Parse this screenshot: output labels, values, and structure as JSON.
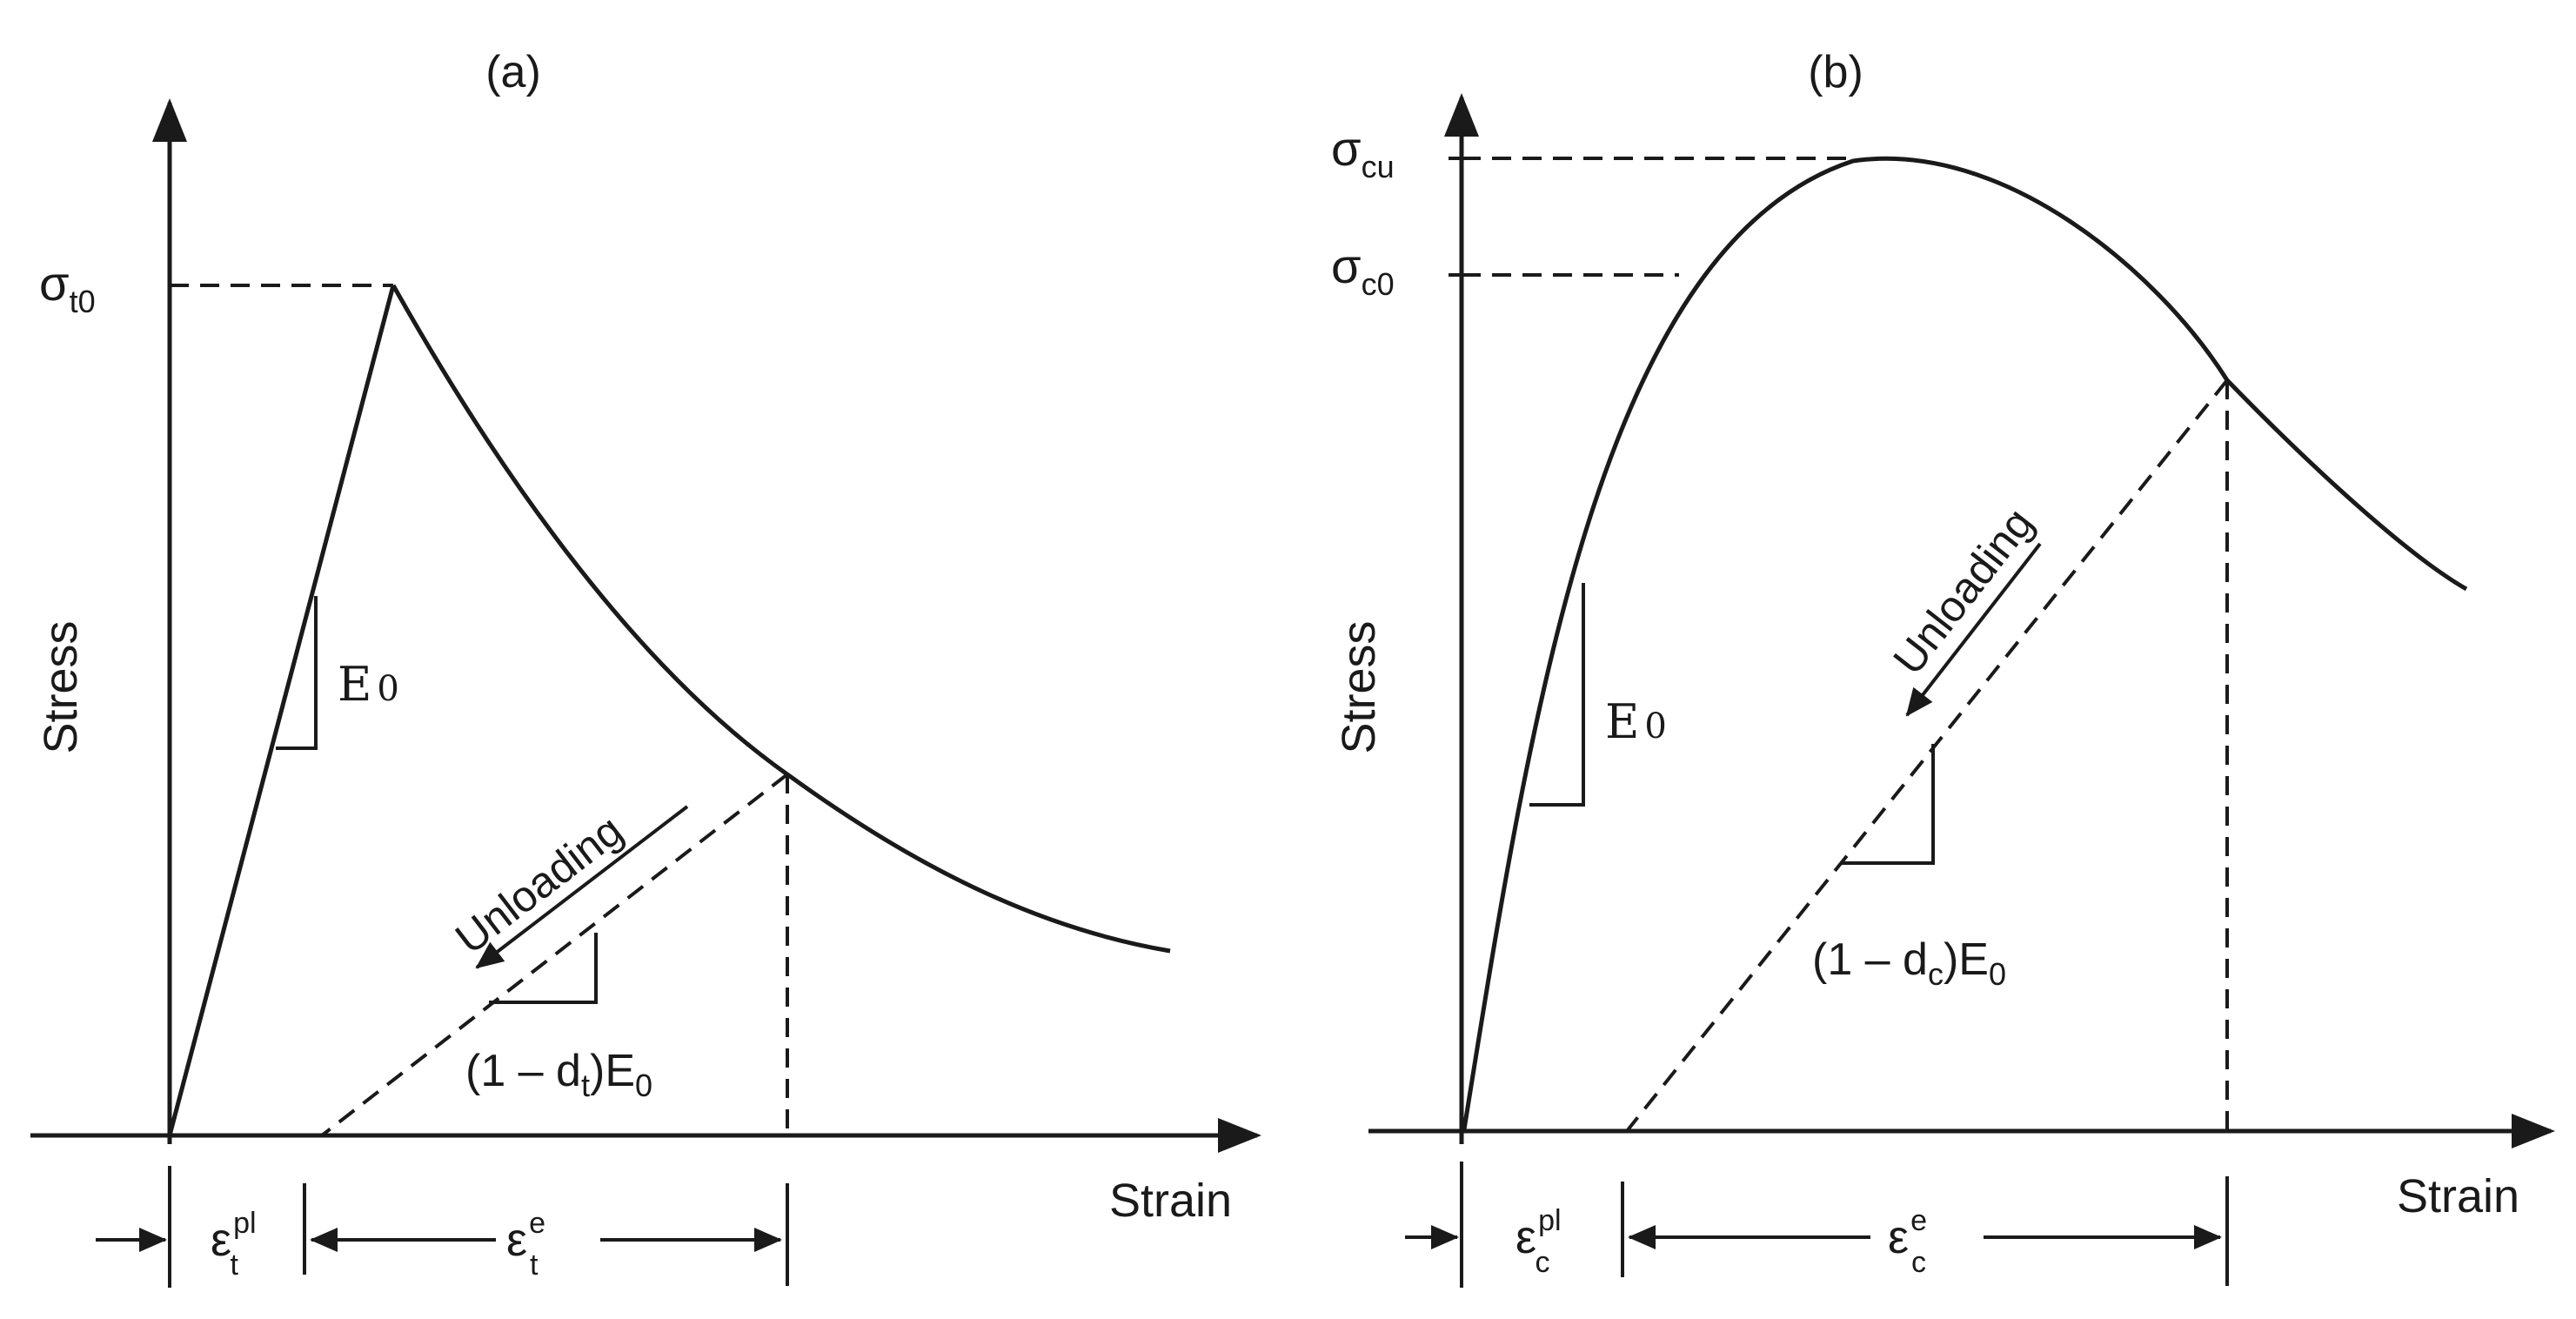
{
  "panel_a": {
    "label": "(a)",
    "y_axis_label": "Stress",
    "x_axis_label": "Strain",
    "peak_label": {
      "symbol": "σ",
      "sub": "t0"
    },
    "modulus_label": {
      "main": "E",
      "sub": "0"
    },
    "unloading_text": "Unloading",
    "damaged_modulus": {
      "pre": "(1 – d",
      "sub": "t",
      "post": ")E",
      "sub2": "0"
    },
    "plastic_strain": {
      "symbol": "ε",
      "sub": "t",
      "sup": "pl"
    },
    "elastic_strain": {
      "symbol": "ε",
      "sub": "t",
      "sup": "e"
    }
  },
  "panel_b": {
    "label": "(b)",
    "y_axis_label": "Stress",
    "x_axis_label": "Strain",
    "ultimate_label": {
      "symbol": "σ",
      "sub": "cu"
    },
    "yield_label": {
      "symbol": "σ",
      "sub": "c0"
    },
    "modulus_label": {
      "main": "E",
      "sub": "0"
    },
    "unloading_text": "Unloading",
    "damaged_modulus": {
      "pre": "(1 – d",
      "sub": "c",
      "post": ")E",
      "sub2": "0"
    },
    "plastic_strain": {
      "symbol": "ε",
      "sub": "c",
      "sup": "pl"
    },
    "elastic_strain": {
      "symbol": "ε",
      "sub": "c",
      "sup": "e"
    }
  }
}
